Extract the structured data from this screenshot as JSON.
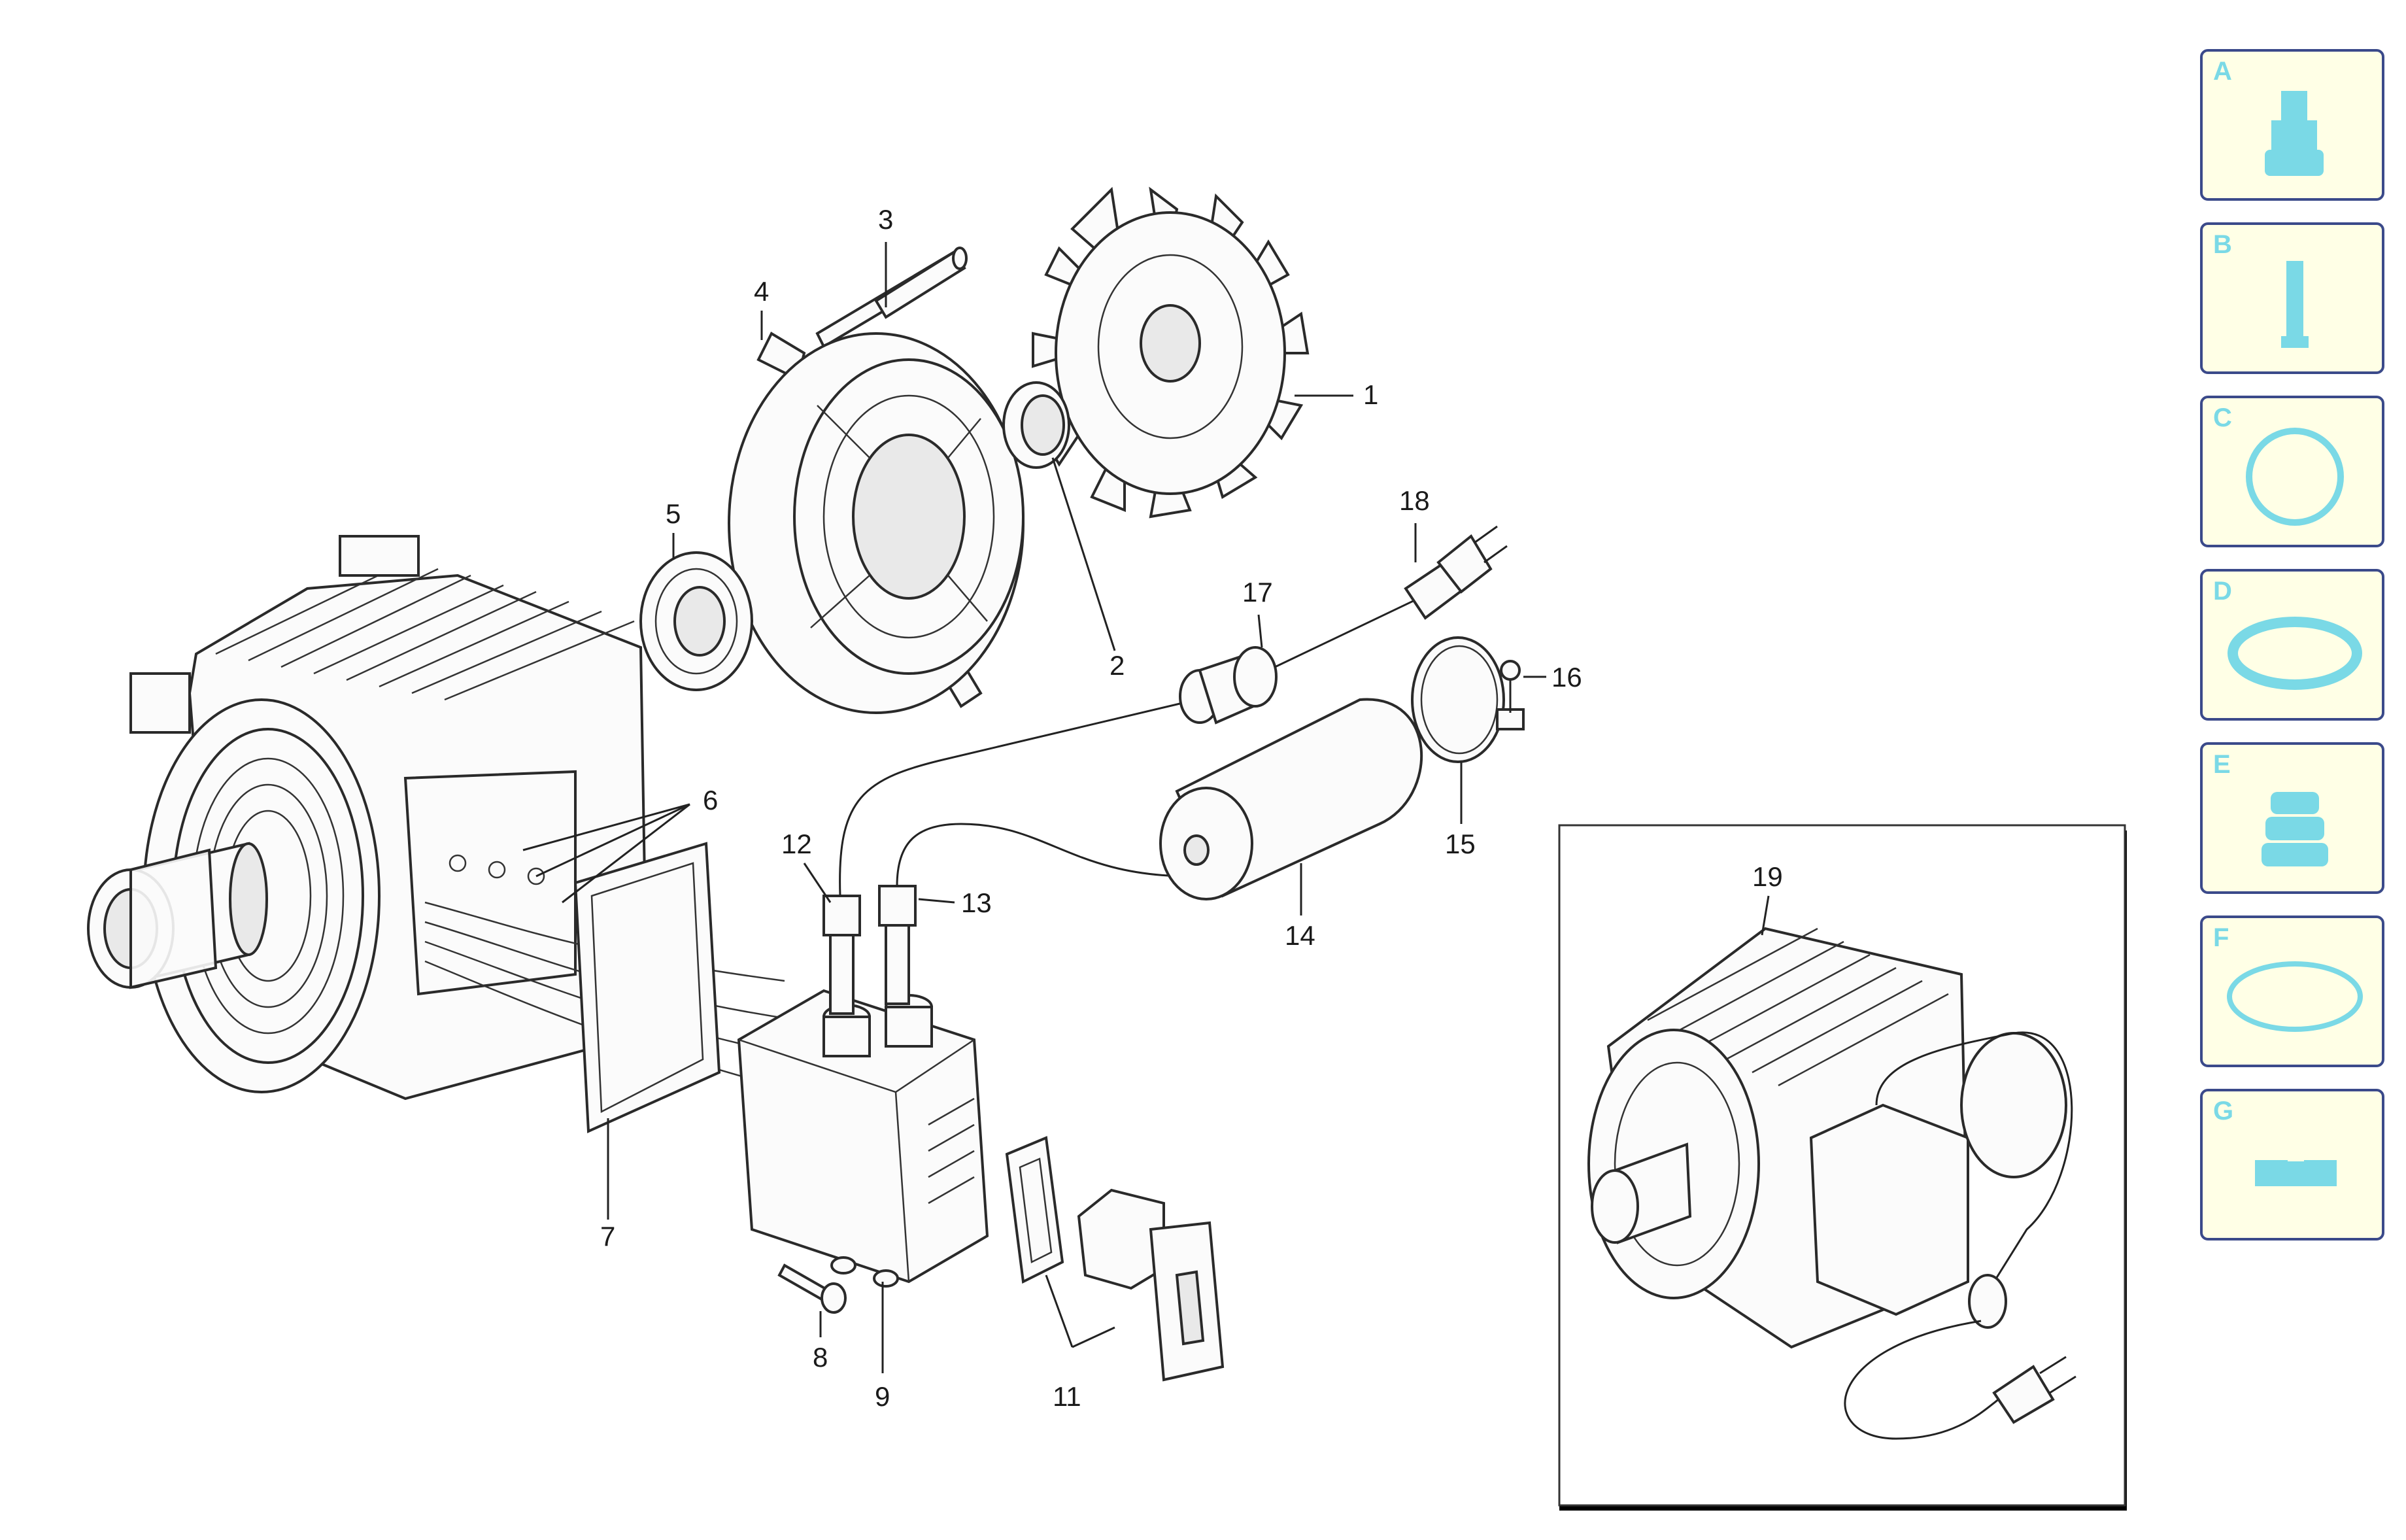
{
  "callouts": [
    "1",
    "2",
    "3",
    "4",
    "5",
    "6",
    "7",
    "8",
    "9",
    "11",
    "12",
    "13",
    "14",
    "15",
    "16",
    "17",
    "18",
    "19"
  ],
  "side_nav": {
    "items": [
      {
        "letter": "A",
        "icon": "piston-head-icon"
      },
      {
        "letter": "B",
        "icon": "pin-icon"
      },
      {
        "letter": "C",
        "icon": "gasket-ring-icon"
      },
      {
        "letter": "D",
        "icon": "washer-icon"
      },
      {
        "letter": "E",
        "icon": "bellows-icon"
      },
      {
        "letter": "F",
        "icon": "o-ring-icon"
      },
      {
        "letter": "G",
        "icon": "flat-seal-icon"
      }
    ]
  },
  "colors": {
    "tile_border": "#3b4a8a",
    "tile_background": "#ffffe6",
    "tile_accent": "#7ad9e6",
    "line": "#222222"
  }
}
